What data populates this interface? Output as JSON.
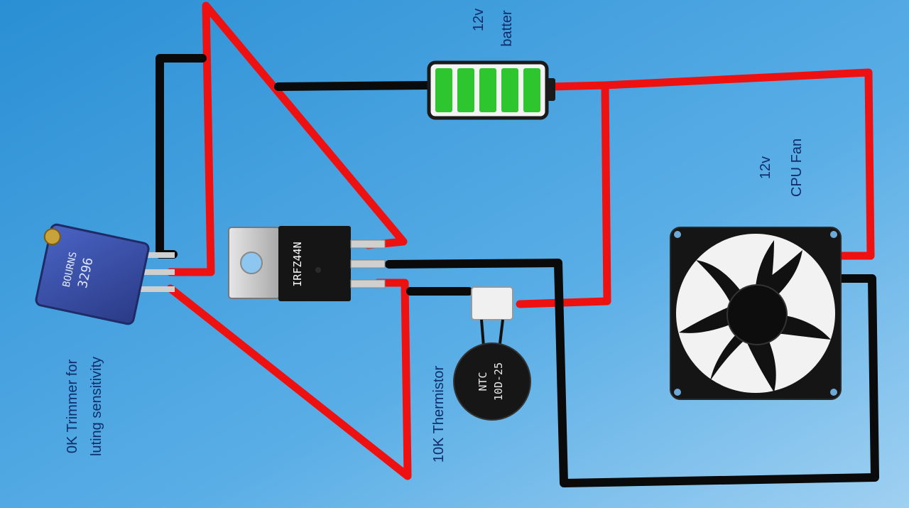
{
  "colors": {
    "background_top": "#2f93d6",
    "background_bottom": "#8cc6ee",
    "positive_wire": "#ee1111",
    "ground_wire": "#0a0a0a",
    "label_text": "#0d2d6b",
    "battery_cell": "#2ec62e",
    "battery_body": "#f4f4f4",
    "fan_body": "#141414",
    "mosfet_tab": "#c7c7c7",
    "trimmer_body": "#3a4fa8"
  },
  "labels": {
    "battery_voltage": "12v",
    "battery_name": "batter",
    "fan_voltage": "12v",
    "fan_name": "CPU Fan",
    "thermistor_label": "10K Thermistor",
    "trimmer_line1": "0K Trimmer for",
    "trimmer_line2": "luting sensitivity"
  },
  "components": {
    "mosfet_part": "IRFZ44N",
    "trimmer_brand": "BOURNS",
    "trimmer_model": "3296",
    "thermistor_line1": "NTC",
    "thermistor_line2": "10D-25"
  },
  "icons": {
    "battery": "battery-icon",
    "fan": "fan-icon",
    "mosfet": "transistor-icon",
    "thermistor": "thermistor-icon",
    "trimmer": "potentiometer-icon"
  }
}
